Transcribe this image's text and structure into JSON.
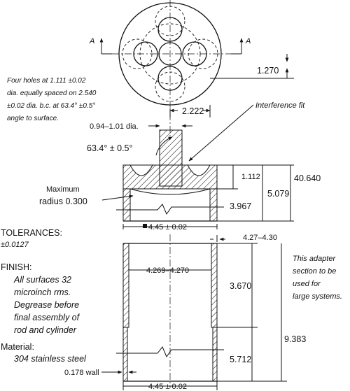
{
  "section_markers": {
    "left": "A",
    "right": "A"
  },
  "labels": {
    "four_holes": [
      "Four holes at 1.111 ±0.02",
      "dia. equally spaced on  2.540",
      "±0.02 dia. b.c. at 63.4° ±0.5°",
      "angle to surface."
    ],
    "interference_fit": "Interference fit",
    "rod_dia": "0.94–1.01  dia.",
    "angle": "63.4° ± 0.5°",
    "max_radius": [
      "Maximum",
      "radius 0.300"
    ],
    "tolerances": [
      "TOLERANCES:",
      "±0.0127"
    ],
    "finish_title": "FINISH:",
    "finish_text": [
      "All surfaces 32",
      "microinch rms.",
      "Degrease before",
      "final assembly of",
      "rod and cylinder"
    ],
    "material_title": "Material:",
    "material_text": "304 stainless steel",
    "wall": "0.178 wall",
    "adapter_note": [
      "This adapter",
      "section to be",
      "used for",
      "large systems."
    ]
  },
  "dimensions": {
    "d_1270": "1.270",
    "d_2222": "2.222",
    "d_1112": "1.112",
    "d_5079": "5.079",
    "d_3967": "3.967",
    "d_40640": "40.640",
    "d_445_top": "4.45 ± 0.02",
    "d_427": "4.27–4.30",
    "d_4269": "4.269–4.270",
    "d_3670": "3.670",
    "d_9383": "9.383",
    "d_5712": "5.712",
    "d_445_bottom": "4.45 ± 0.02"
  }
}
